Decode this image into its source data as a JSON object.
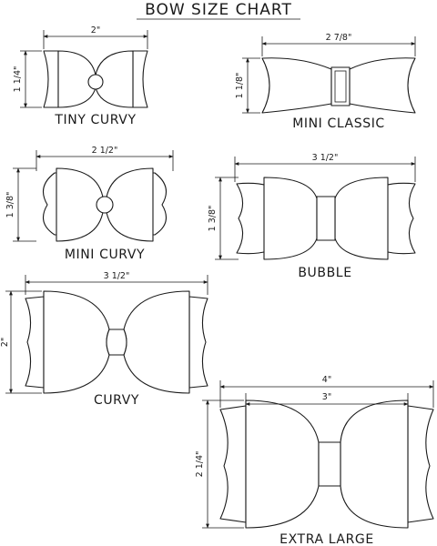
{
  "title": "BOW SIZE CHART",
  "bows": [
    {
      "name": "TINY CURVY",
      "width": "2\"",
      "height": "1 1/4\""
    },
    {
      "name": "MINI CLASSIC",
      "width": "2 7/8\"",
      "height": "1 1/8\""
    },
    {
      "name": "MINI CURVY",
      "width": "2 1/2\"",
      "height": "1 3/8\""
    },
    {
      "name": "BUBBLE",
      "width": "3 1/2\"",
      "height": "1 3/8\""
    },
    {
      "name": "CURVY",
      "width": "3 1/2\"",
      "height": "2\""
    },
    {
      "name": "EXTRA LARGE",
      "width": "4\"",
      "inner_width": "3\"",
      "height": "2 1/4\""
    }
  ]
}
